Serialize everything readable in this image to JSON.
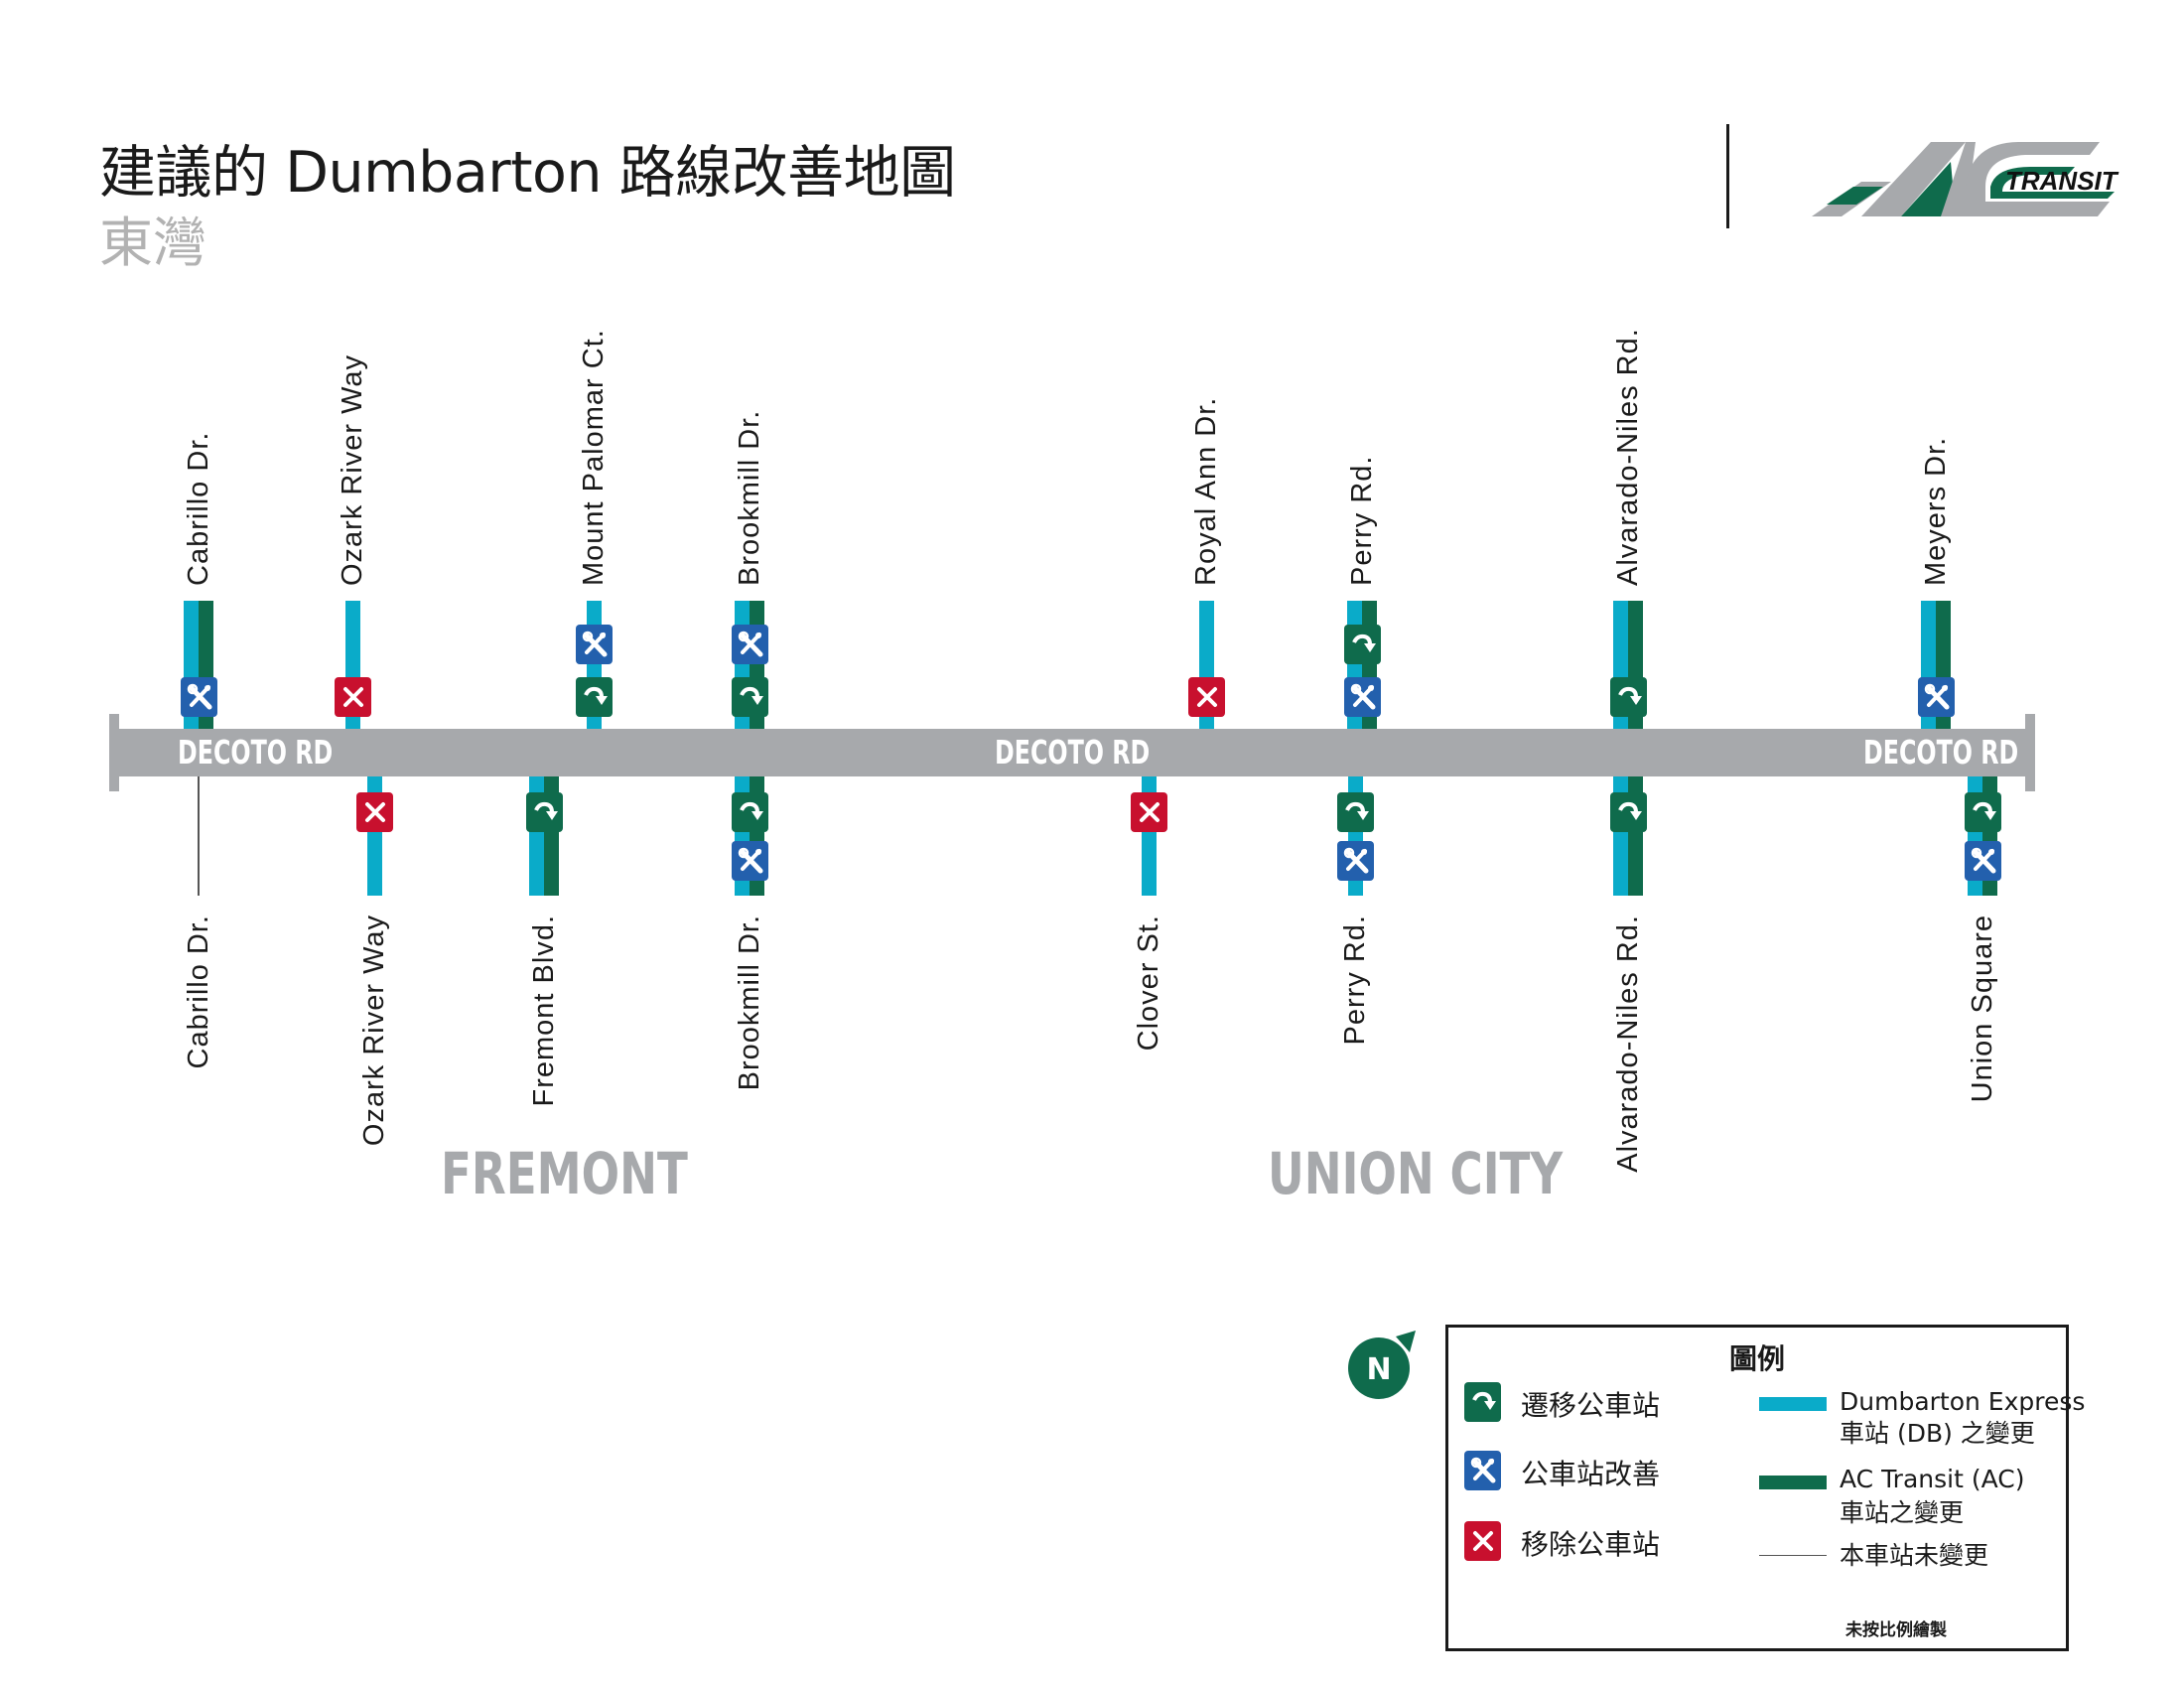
{
  "header": {
    "title": "建議的 Dumbarton 路線改善地圖",
    "subtitle": "東灣",
    "logo_text": "AC TRANSIT"
  },
  "road": {
    "name_labels": [
      "DECOTO RD",
      "DECOTO RD",
      "DECOTO RD"
    ]
  },
  "cities": [
    "FREMONT",
    "UNION CITY"
  ],
  "colors": {
    "db_line": "#0aabc9",
    "ac_line": "#0f6b4c",
    "road": "#a7a9ac",
    "relocate": "#0f6b4c",
    "improve": "#2360ad",
    "remove": "#c8102e"
  },
  "stations_north": [
    {
      "label": "Cabrillo Dr.",
      "lines": "both",
      "icons": [
        "improve"
      ]
    },
    {
      "label": "Ozark River Way",
      "lines": "db",
      "icons": [
        "remove"
      ]
    },
    {
      "label": "Mount Palomar Ct.",
      "lines": "db",
      "icons": [
        "improve",
        "relocate"
      ]
    },
    {
      "label": "Brookmill Dr.",
      "lines": "both",
      "icons": [
        "improve",
        "relocate"
      ]
    },
    {
      "label": "Royal Ann Dr.",
      "lines": "db",
      "icons": [
        "remove"
      ]
    },
    {
      "label": "Perry Rd.",
      "lines": "both",
      "icons": [
        "relocate",
        "improve"
      ]
    },
    {
      "label": "Alvarado-Niles Rd.",
      "lines": "both",
      "icons": [
        "relocate"
      ]
    },
    {
      "label": "Meyers Dr.",
      "lines": "both",
      "icons": [
        "improve"
      ]
    }
  ],
  "stations_south": [
    {
      "label": "Cabrillo Dr.",
      "lines": "unchanged",
      "icons": []
    },
    {
      "label": "Ozark River Way",
      "lines": "db",
      "icons": [
        "remove"
      ]
    },
    {
      "label": "Fremont Blvd.",
      "lines": "both",
      "icons": [
        "relocate"
      ]
    },
    {
      "label": "Brookmill Dr.",
      "lines": "both",
      "icons": [
        "relocate",
        "improve"
      ]
    },
    {
      "label": "Clover St.",
      "lines": "db",
      "icons": [
        "remove"
      ]
    },
    {
      "label": "Perry Rd.",
      "lines": "db",
      "icons": [
        "relocate",
        "improve"
      ]
    },
    {
      "label": "Alvarado-Niles Rd.",
      "lines": "both",
      "icons": [
        "relocate"
      ]
    },
    {
      "label": "Union Square",
      "lines": "both",
      "icons": [
        "relocate",
        "improve"
      ]
    }
  ],
  "north_arrow": {
    "label": "N"
  },
  "legend": {
    "title": "圖例",
    "icons": [
      {
        "type": "relocate",
        "label": "遷移公車站"
      },
      {
        "type": "improve",
        "label": "公車站改善"
      },
      {
        "type": "remove",
        "label": "移除公車站"
      }
    ],
    "lines": [
      {
        "type": "db",
        "label_1": "Dumbarton Express",
        "label_2": "車站 (DB) 之變更"
      },
      {
        "type": "ac",
        "label_1": "AC Transit (AC)",
        "label_2": "車站之變更"
      },
      {
        "type": "unchanged",
        "label_1": "本車站未變更"
      }
    ],
    "footnote": "未按比例繪製"
  }
}
